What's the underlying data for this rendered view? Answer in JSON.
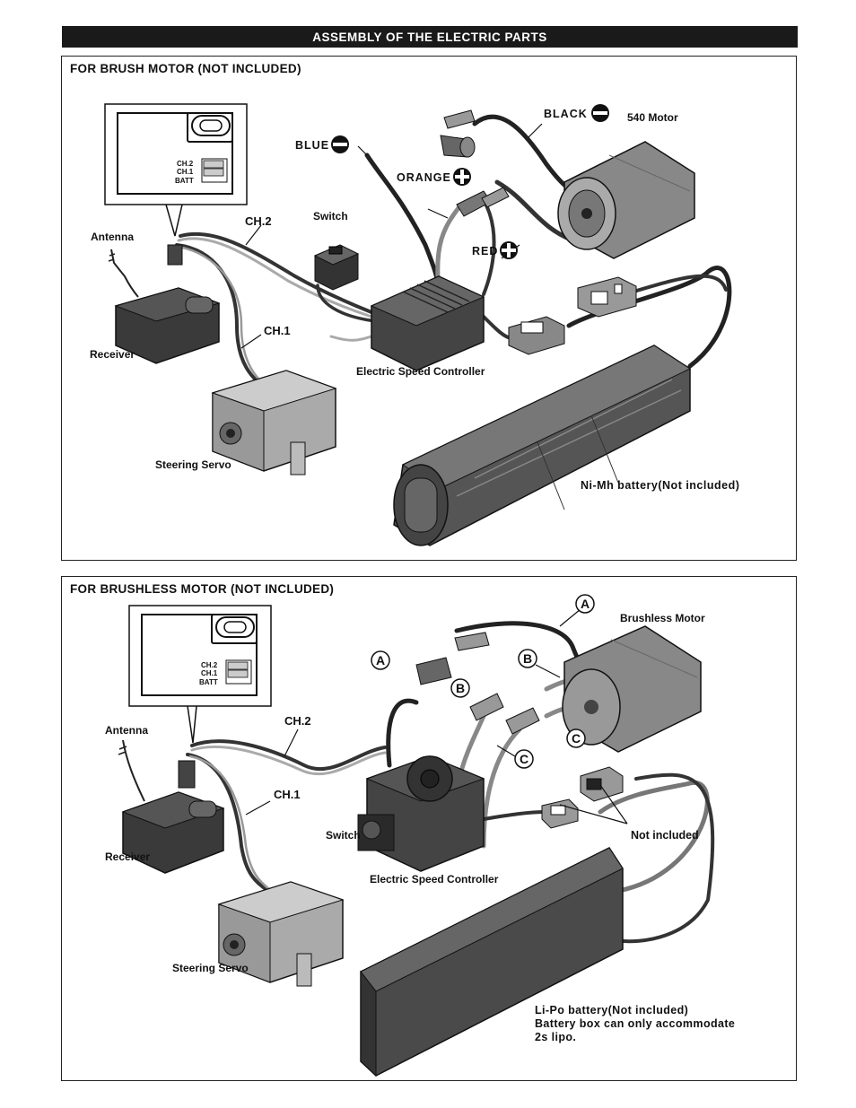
{
  "header": {
    "title": "ASSEMBLY OF THE ELECTRIC PARTS"
  },
  "brush_section": {
    "title": "FOR BRUSH  MOTOR (NOT INCLUDED)",
    "labels": {
      "ch2_slot": "CH.2",
      "ch1_slot": "CH.1",
      "batt_slot": "BATT",
      "antenna": "Antenna",
      "receiver": "Receiver",
      "ch2": "CH.2",
      "ch1": "CH.1",
      "switch": "Switch",
      "blue": "BLUE",
      "orange": "ORANGE",
      "black": "BLACK",
      "red": "RED",
      "motor": "540 Motor",
      "esc": "Electric Speed Controller",
      "servo": "Steering Servo",
      "battery": "Ni-Mh battery(Not included)"
    }
  },
  "brushless_section": {
    "title": "FOR BRUSHLESS MOTOR (NOT INCLUDED)",
    "labels": {
      "ch2_slot": "CH.2",
      "ch1_slot": "CH.1",
      "batt_slot": "BATT",
      "antenna": "Antenna",
      "receiver": "Receiver",
      "ch2": "CH.2",
      "ch1": "CH.1",
      "switch": "Switch",
      "motor": "Brushless Motor",
      "not_included": "Not included",
      "esc": "Electric Speed Controller",
      "servo": "Steering Servo",
      "letter_a": "A",
      "letter_b": "B",
      "letter_c": "C"
    },
    "battery_lines": [
      "Li-Po battery(Not included)",
      "Battery box can only accommodate",
      "2s lipo."
    ]
  }
}
